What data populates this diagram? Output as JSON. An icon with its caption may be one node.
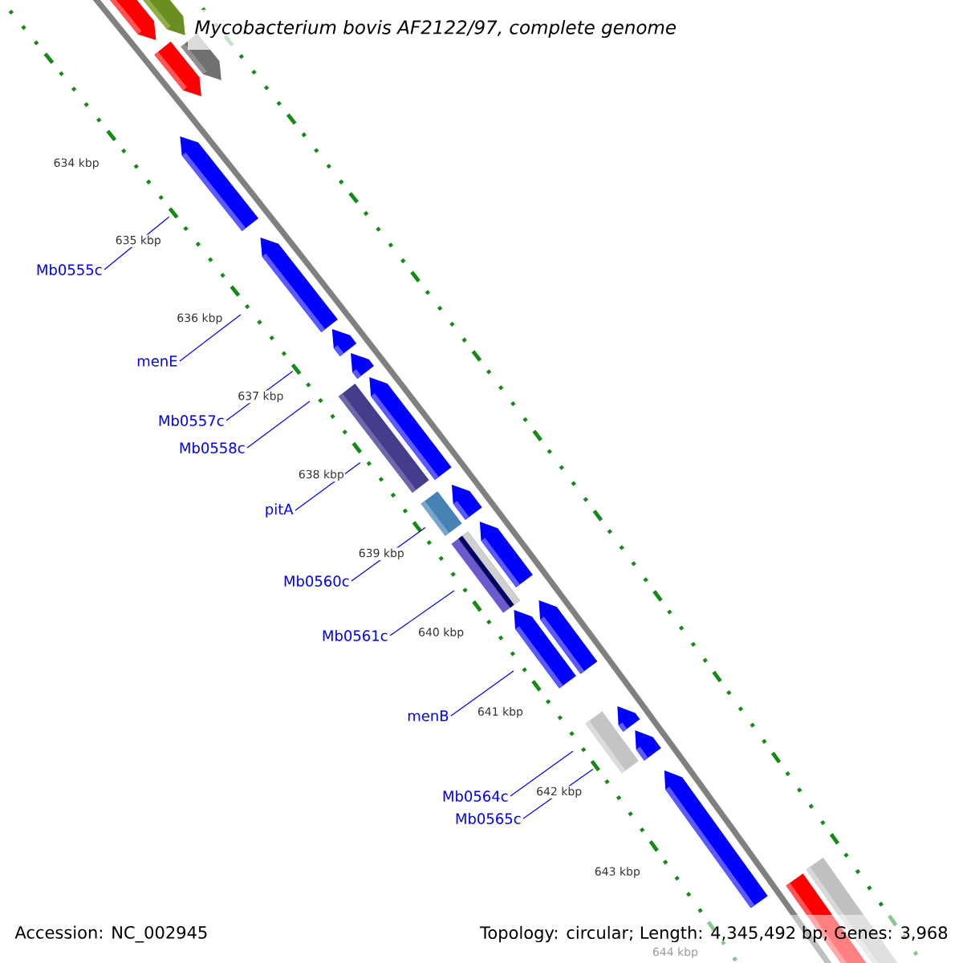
{
  "diagram": {
    "title": "Mycobacterium bovis AF2122/97, complete genome",
    "nodes": [
      {
        "text": [
          "Mb0555c"
        ]
      },
      {
        "text": [
          "menE"
        ]
      },
      {
        "text": [
          "Mb0557c"
        ]
      },
      {
        "text": [
          "Mb0558c"
        ]
      },
      {
        "text": [
          "pitA"
        ]
      },
      {
        "text": [
          "Mb0560c"
        ]
      },
      {
        "text": [
          "Mb0561c"
        ]
      },
      {
        "text": [
          "menB"
        ]
      },
      {
        "text": [
          "Mb0564c"
        ]
      },
      {
        "text": [
          "Mb0565c"
        ]
      }
    ],
    "edges": [
      {
        "from": 0,
        "to": null,
        "arrow": "none"
      },
      {
        "from": 1,
        "to": null,
        "arrow": "none"
      },
      {
        "from": 2,
        "to": null,
        "arrow": "none"
      },
      {
        "from": 3,
        "to": null,
        "arrow": "none"
      },
      {
        "from": 4,
        "to": null,
        "arrow": "none"
      },
      {
        "from": 5,
        "to": null,
        "arrow": "none"
      },
      {
        "from": 6,
        "to": null,
        "arrow": "none"
      },
      {
        "from": 7,
        "to": null,
        "arrow": "none"
      },
      {
        "from": 8,
        "to": null,
        "arrow": "none"
      },
      {
        "from": 9,
        "to": null,
        "arrow": "none"
      }
    ],
    "labels": [
      "634 kbp",
      "635 kbp",
      "636 kbp",
      "637 kbp",
      "638 kbp",
      "639 kbp",
      "640 kbp",
      "641 kbp",
      "642 kbp",
      "643 kbp",
      "644 kbp",
      "Accession: NC_002945",
      "Topology: circular; Length: 4,345,492 bp; Genes: 3,968"
    ]
  }
}
